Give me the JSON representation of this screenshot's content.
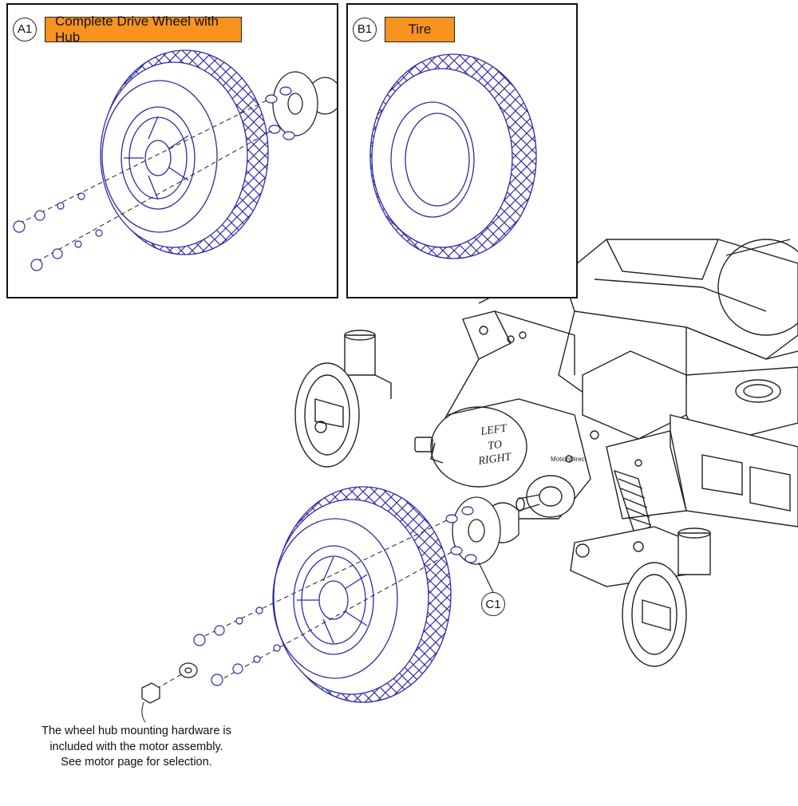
{
  "panels": {
    "a": {
      "id": "A1",
      "title": "Complete Drive Wheel with Hub"
    },
    "b": {
      "id": "B1",
      "title": "Tire"
    }
  },
  "callout_c1": "C1",
  "motor_label": {
    "line1": "LEFT",
    "line2": "TO",
    "line3": "RIGHT"
  },
  "note": {
    "line1": "The wheel hub mounting hardware is",
    "line2": "included with the motor assembly.",
    "line3": "See motor page for selection."
  },
  "colors": {
    "callout_fill": "#f7931e",
    "wheel_line": "#2a2aa8",
    "chassis_line": "#222222"
  }
}
